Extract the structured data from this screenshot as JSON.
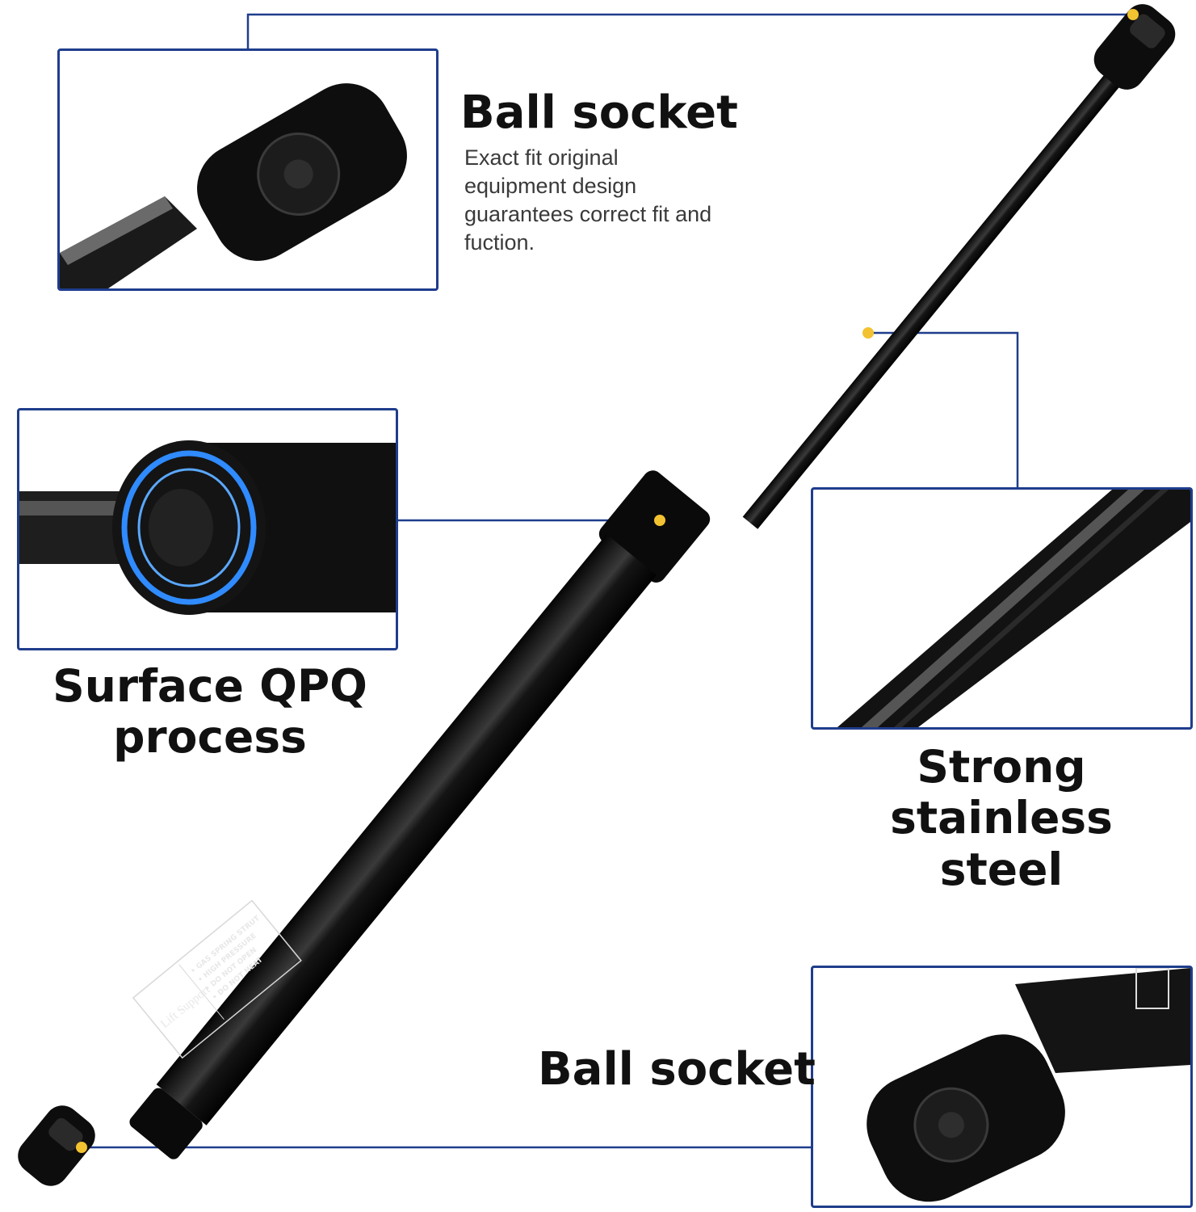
{
  "callouts": {
    "top_ball_socket": {
      "title": "Ball socket",
      "description_lines": [
        "Exact fit original",
        "equipment design",
        "guarantees correct fit and",
        "fuction."
      ]
    },
    "surface": {
      "title_lines": [
        "Surface QPQ",
        "process"
      ]
    },
    "steel": {
      "title_lines": [
        "Strong stainless",
        "steel"
      ]
    },
    "bottom_ball_socket": {
      "title": "Ball socket"
    }
  },
  "label": {
    "brand": "Lift Support",
    "warnings": [
      "• GAS SPRING STRUT",
      "• HIGH PRESSURE",
      "• DO NOT OPEN",
      "• DO NOT HEAT"
    ]
  },
  "colors": {
    "frame": "#1f3d8c",
    "leader_line": "#1f3d8c",
    "dot": "#f2c230",
    "strut": "#0c0c0c",
    "ring_glow": "#2f8bff"
  },
  "icons": [
    "gas-strut-image",
    "ball-socket-closeup",
    "qpq-ring-closeup",
    "steel-rod-closeup"
  ]
}
